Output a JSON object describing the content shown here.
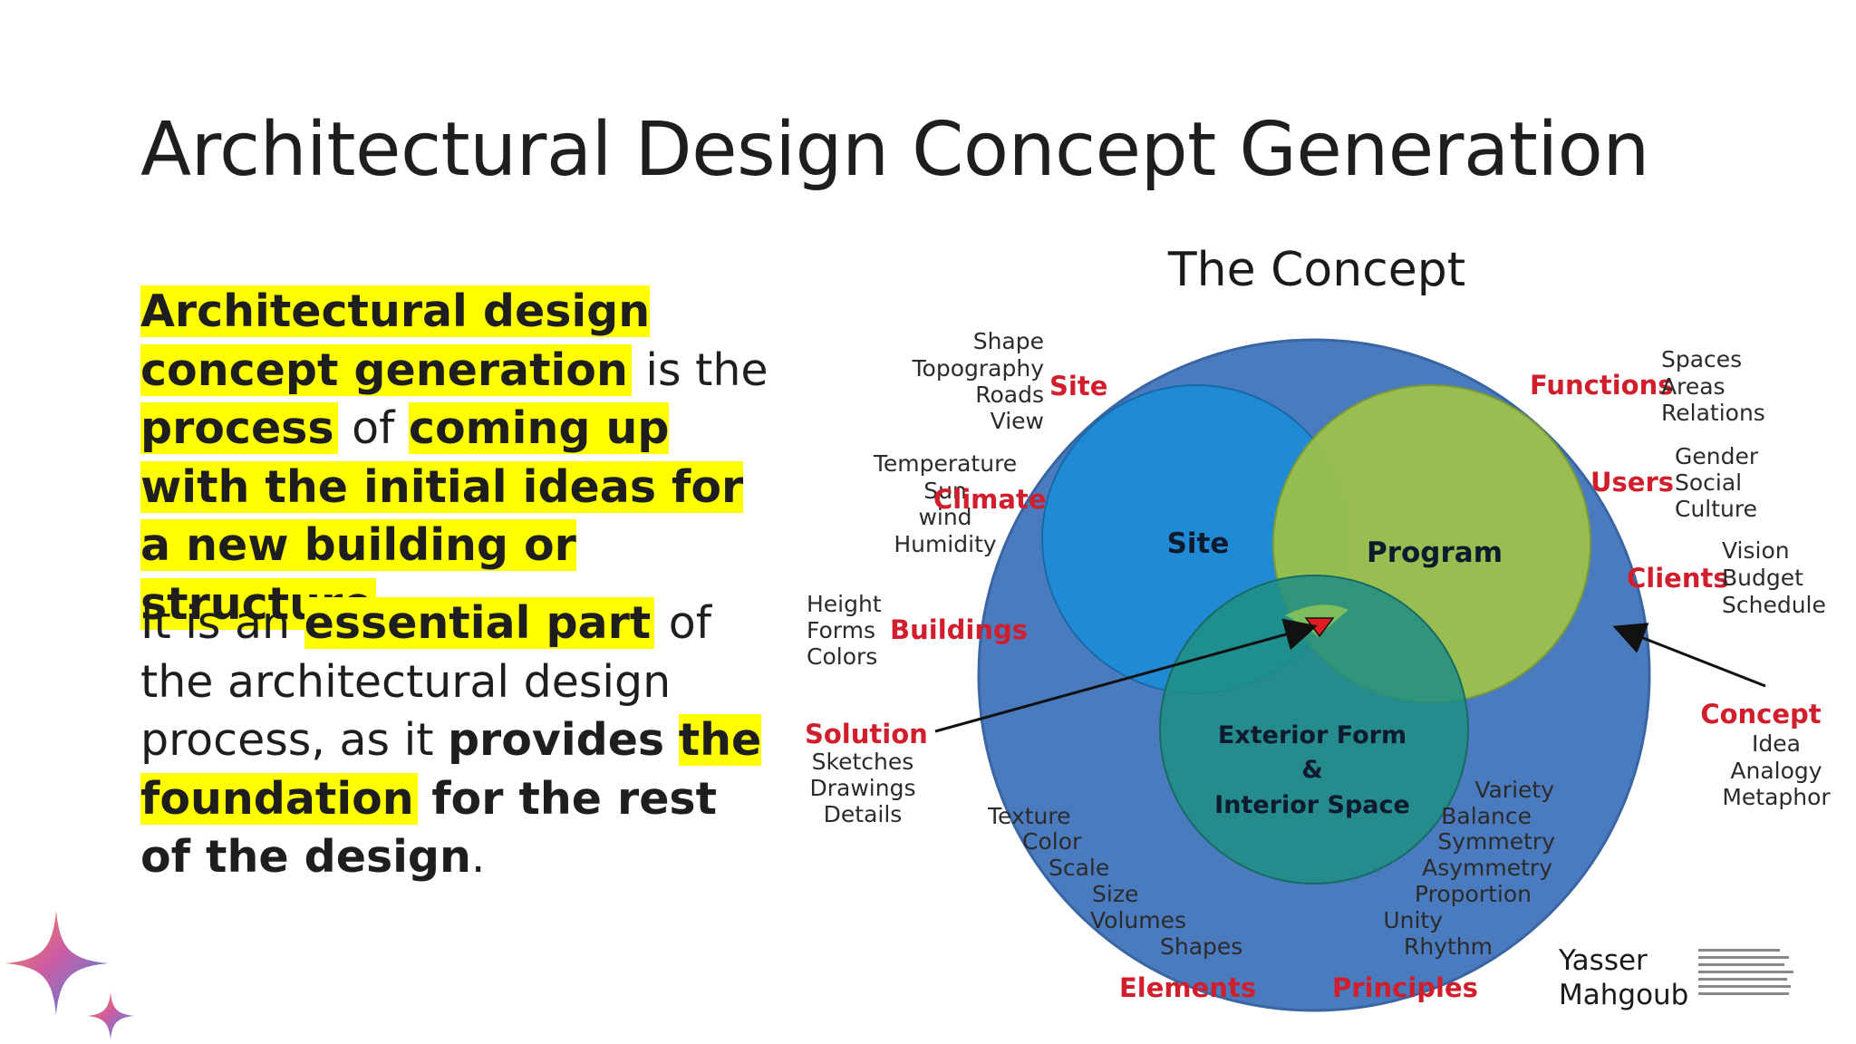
{
  "title": "Architectural Design Concept Generation",
  "paragraph1": {
    "highlight_1": "Architectural design concept generation",
    "text_1": " is the ",
    "highlight_2": "process",
    "text_2": " of ",
    "highlight_3": "coming up with the initial ideas for a new building or structure",
    "text_3": "."
  },
  "paragraph2": {
    "text_1": "It is an ",
    "highlight_1": "essential part",
    "text_2": " of the architectural design process, as it ",
    "bold_1": "provides",
    "text_3": " ",
    "highlight_2": "the foundation",
    "text_4": " ",
    "bold_2": "for the rest of the design",
    "text_5": "."
  },
  "diagram": {
    "title": "The Concept",
    "circles": {
      "site": "Site",
      "program": "Program",
      "exterior_line1": "Exterior Form",
      "exterior_line2": "&",
      "exterior_line3": "Interior Space"
    },
    "groups": {
      "site": {
        "category": "Site",
        "items": [
          "Shape",
          "Topography",
          "Roads",
          "View"
        ]
      },
      "climate": {
        "category": "Climate",
        "items": [
          "Temperature",
          "Sun",
          "wind",
          "Humidity"
        ]
      },
      "buildings": {
        "category": "Buildings",
        "items": [
          "Height",
          "Forms",
          "Colors"
        ]
      },
      "solution": {
        "category": "Solution",
        "items": [
          "Sketches",
          "Drawings",
          "Details"
        ]
      },
      "functions": {
        "category": "Functions",
        "items": [
          "Spaces",
          "Areas",
          "Relations"
        ]
      },
      "users": {
        "category": "Users",
        "items": [
          "Gender",
          "Social",
          "Culture"
        ]
      },
      "clients": {
        "category": "Clients",
        "items": [
          "Vision",
          "Budget",
          "Schedule"
        ]
      },
      "concept": {
        "category": "Concept",
        "items": [
          "Idea",
          "Analogy",
          "Metaphor"
        ]
      },
      "elements": {
        "category": "Elements",
        "items": [
          "Texture",
          "Color",
          "Scale",
          "Size",
          "Volumes",
          "Shapes"
        ]
      },
      "principles": {
        "category": "Principles",
        "items": [
          "Variety",
          "Balance",
          "Symmetry",
          "Asymmetry",
          "Proportion",
          "Unity",
          "Rhythm"
        ]
      }
    },
    "author_line1": "Yasser",
    "author_line2": "Mahgoub",
    "colors": {
      "outer_circle": "#4a7bbf",
      "site_circle": "#1f8bd6",
      "program_circle": "#9cc14a",
      "exterior_circle": "#1e8e83",
      "label_red": "#d11e2c",
      "highlight": "#ffff00"
    }
  }
}
